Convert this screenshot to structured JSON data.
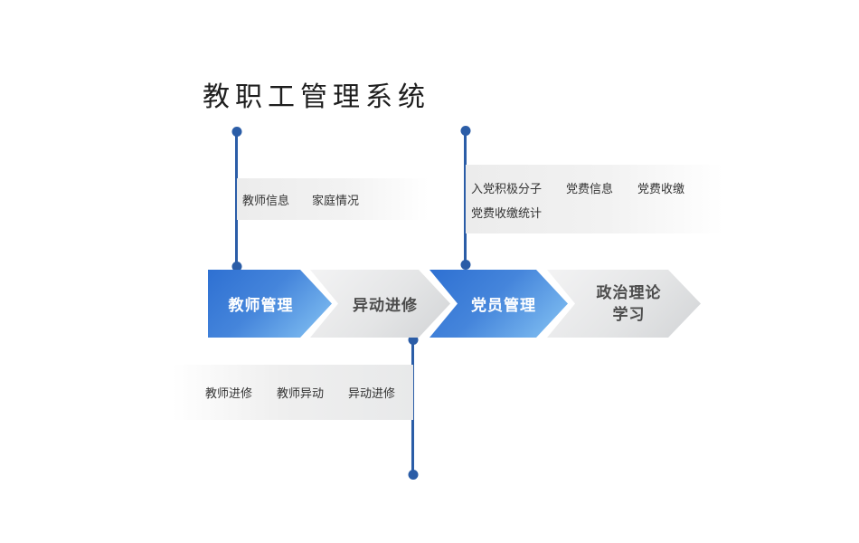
{
  "title": "教职工管理系统",
  "colors": {
    "connector_blue": "#2b5da7",
    "chevron_blue_start": "#2e70d2",
    "chevron_blue_end": "#87c5f4",
    "chevron_gray_start": "#f3f3f4",
    "chevron_gray_end": "#d2d4d6",
    "label_text": "#333333",
    "chevron_gray_text": "#4c4c4c"
  },
  "flow": {
    "steps": [
      {
        "label": "教师管理",
        "style": "blue"
      },
      {
        "label": "异动进修",
        "style": "gray"
      },
      {
        "label": "党员管理",
        "style": "blue"
      },
      {
        "label": "政治理论学习",
        "line1": "政治理论",
        "line2": "学习",
        "style": "gray"
      }
    ]
  },
  "callouts": {
    "teacher": {
      "items": [
        "教师信息",
        "家庭情况"
      ]
    },
    "party": {
      "row1": [
        "入党积极分子",
        "党费信息",
        "党费收缴"
      ],
      "row2": [
        "党费收缴统计"
      ]
    },
    "transfer": {
      "items": [
        "教师进修",
        "教师异动",
        "异动进修"
      ]
    }
  }
}
